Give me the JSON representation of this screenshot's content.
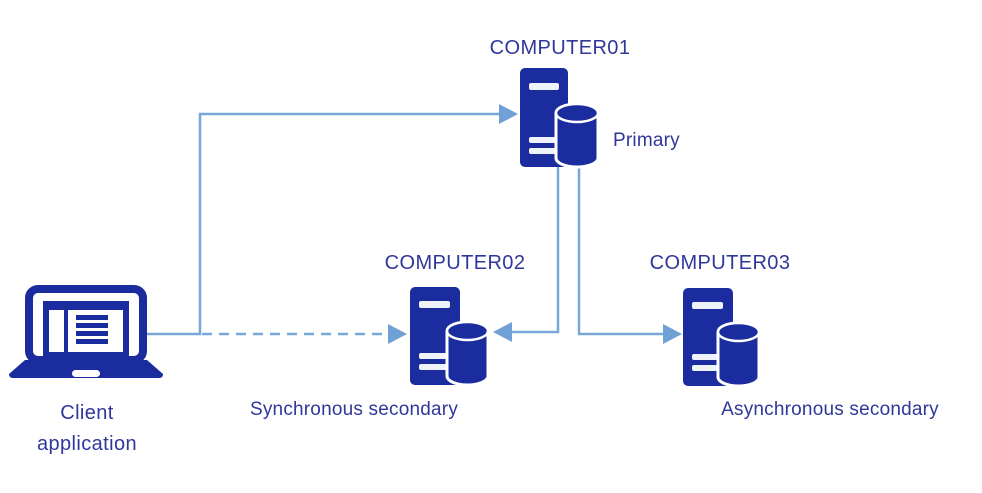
{
  "diagram": {
    "type": "availability-group-topology",
    "nodes": {
      "client": {
        "label_line1": "Client",
        "label_line2": "application",
        "icon": "laptop-icon"
      },
      "computer01": {
        "name": "COMPUTER01",
        "role": "Primary",
        "icon": "server-database-icon"
      },
      "computer02": {
        "name": "COMPUTER02",
        "role": "Synchronous secondary",
        "icon": "server-database-icon"
      },
      "computer03": {
        "name": "COMPUTER03",
        "role": "Asynchronous secondary",
        "icon": "server-database-icon"
      }
    },
    "connections": [
      {
        "from": "client",
        "to": "computer01",
        "style": "solid",
        "direction": "to"
      },
      {
        "from": "client",
        "to": "computer02",
        "style": "dashed",
        "direction": "to"
      },
      {
        "from": "computer01",
        "to": "computer02",
        "style": "solid",
        "direction": "to"
      },
      {
        "from": "computer01",
        "to": "computer03",
        "style": "solid",
        "direction": "to"
      }
    ],
    "colors": {
      "icon_fill": "#1b2d9e",
      "label_text": "#30379b",
      "connector": "#7aa7d9",
      "arrowhead": "#6fa0d6",
      "background": "#ffffff"
    }
  }
}
